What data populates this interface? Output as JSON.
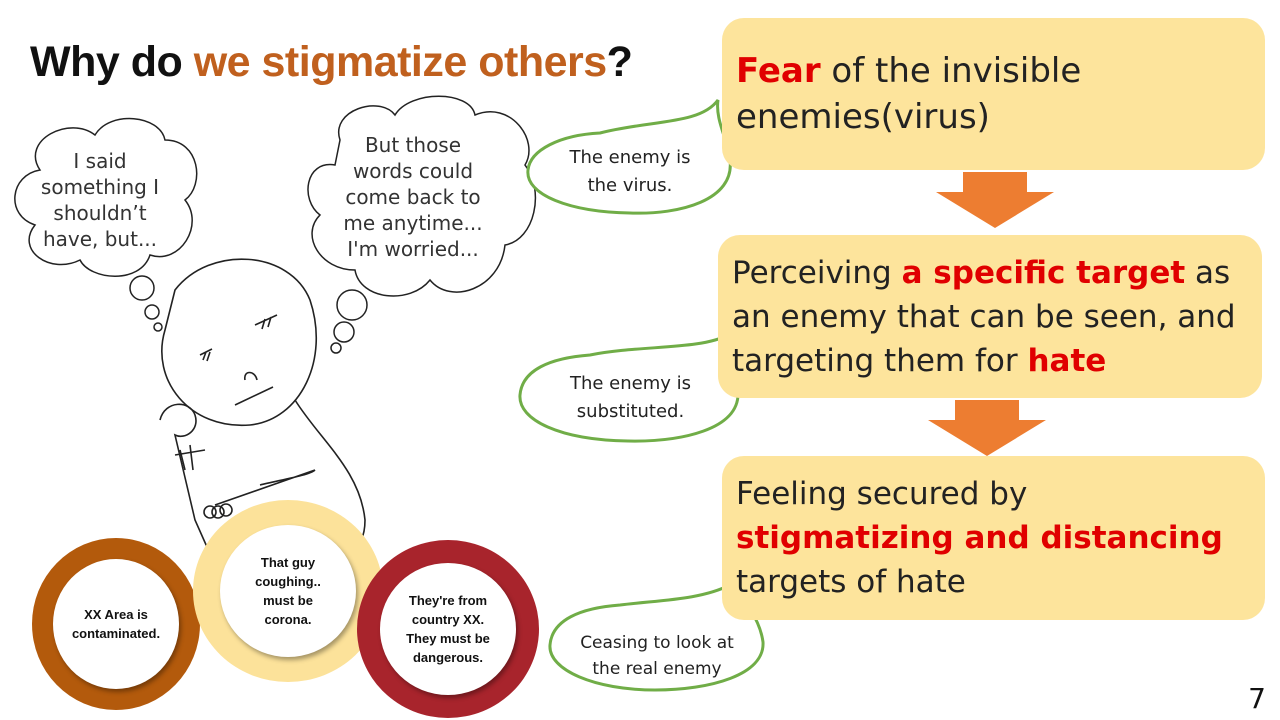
{
  "title": {
    "part1": "Why do ",
    "accent": "we stigmatize others",
    "part2": "?"
  },
  "flow": [
    {
      "hl": "Fear",
      "rest": " of the invisible enemies(virus)"
    },
    {
      "pre": "Perceiving ",
      "hl1": "a specific target",
      "mid": " as an enemy that can be seen, and targeting them for ",
      "hl2": "hate"
    },
    {
      "pre": "Feeling secured by ",
      "hl": "stigmatizing and distancing",
      "post": " targets of hate"
    }
  ],
  "bubbles": [
    "The enemy is the virus.",
    "The enemy is substituted.",
    "Ceasing to look at the real enemy"
  ],
  "thoughts": [
    "I said something I shouldn’t have, but...",
    "But those words could come back to me anytime... I'm worried..."
  ],
  "circles": [
    {
      "text": "XX Area is contaminated.",
      "color": "#B35A0C"
    },
    {
      "text": "That guy coughing.. must be corona.",
      "color": "#FCE29A"
    },
    {
      "text": "They're from country XX. They must be dangerous.",
      "color": "#A8242C"
    }
  ],
  "colors": {
    "accent": "#C0601E",
    "box": "#FDE49C",
    "arrow": "#ED7D31",
    "bubble_border": "#70AD47",
    "highlight": "#E00000"
  },
  "page_number": "7"
}
